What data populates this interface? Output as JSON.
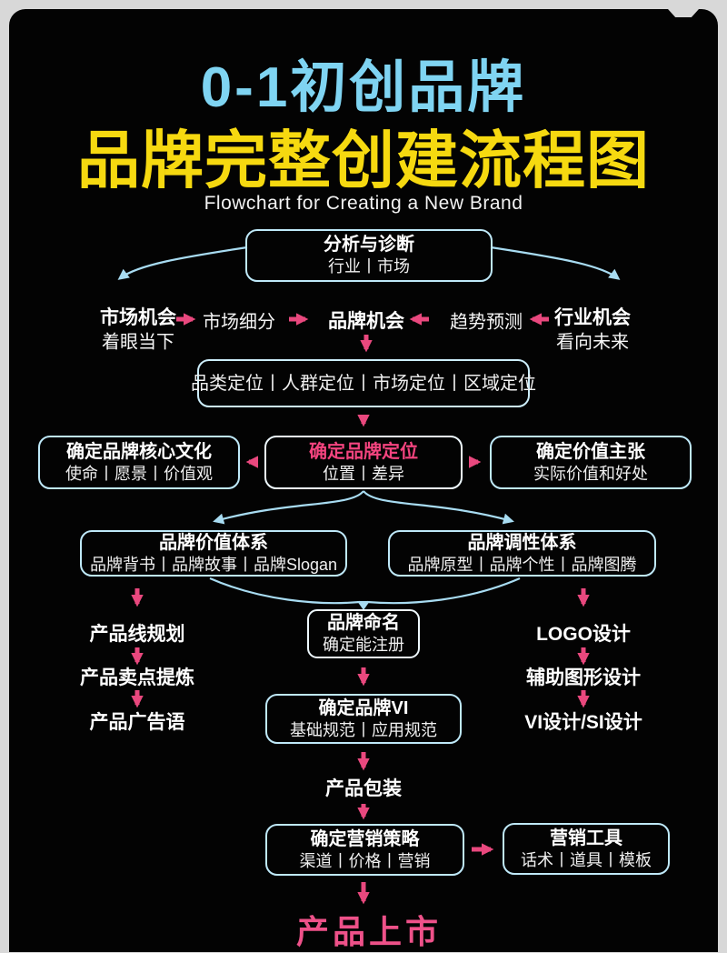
{
  "header": {
    "title_line1": "0-1初创品牌",
    "title_line2": "品牌完整创建流程图",
    "subtitle_en": "Flowchart for Creating a New Brand"
  },
  "colors": {
    "background": "#d8d8d8",
    "panel": "#030303",
    "title_cyan": "#7fd4f2",
    "title_yellow": "#f6d910",
    "arrow_pink": "#e9487e",
    "highlight_pink": "#f4447f",
    "box_border_cyan": "#bfe9f9",
    "connector_cyan": "#a8dcf2",
    "text_white": "#ffffff"
  },
  "nodes": {
    "analysis": {
      "title": "分析与诊断",
      "subtitle": "行业丨市场"
    },
    "market_opportunity": {
      "title": "市场机会",
      "subtitle": "着眼当下"
    },
    "market_segmentation": {
      "label": "市场细分"
    },
    "brand_opportunity": {
      "label": "品牌机会"
    },
    "trend_forecast": {
      "label": "趋势预测"
    },
    "industry_opportunity": {
      "title": "行业机会",
      "subtitle": "看向未来"
    },
    "positioning_row": {
      "label": "品类定位丨人群定位丨市场定位丨区域定位"
    },
    "core_culture": {
      "title": "确定品牌核心文化",
      "subtitle": "使命丨愿景丨价值观"
    },
    "brand_positioning": {
      "title": "确定品牌定位",
      "subtitle": "位置丨差异"
    },
    "value_proposition": {
      "title": "确定价值主张",
      "subtitle": "实际价值和好处"
    },
    "brand_value_system": {
      "title": "品牌价值体系",
      "subtitle": "品牌背书丨品牌故事丨品牌Slogan"
    },
    "brand_tone_system": {
      "title": "品牌调性体系",
      "subtitle": "品牌原型丨品牌个性丨品牌图腾"
    },
    "naming": {
      "title": "品牌命名",
      "subtitle": "确定能注册"
    },
    "product_line": {
      "label": "产品线规划"
    },
    "selling_points": {
      "label": "产品卖点提炼"
    },
    "ad_slogan": {
      "label": "产品广告语"
    },
    "logo_design": {
      "label": "LOGO设计"
    },
    "auxiliary_graphics": {
      "label": "辅助图形设计"
    },
    "vi_si_design": {
      "label": "VI设计/SI设计"
    },
    "brand_vi": {
      "title": "确定品牌VI",
      "subtitle": "基础规范丨应用规范"
    },
    "packaging": {
      "label": "产品包装"
    },
    "marketing_strategy": {
      "title": "确定营销策略",
      "subtitle": "渠道丨价格丨营销"
    },
    "marketing_tools": {
      "title": "营销工具",
      "subtitle": "话术丨道具丨模板"
    },
    "launch": {
      "label": "产品上市"
    }
  }
}
